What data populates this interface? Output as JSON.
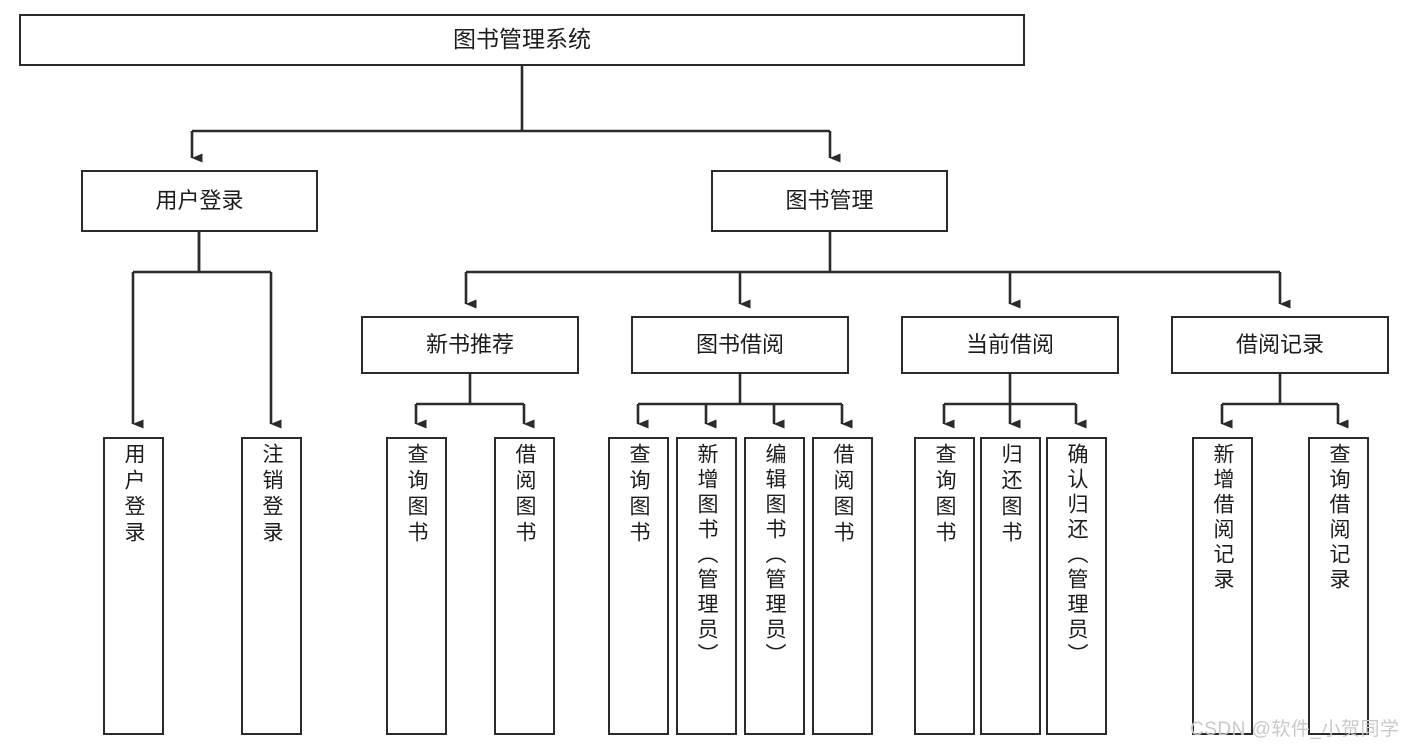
{
  "diagram": {
    "title": "图书管理系统",
    "type": "hierarchy-tree",
    "watermark": "CSDN @软件_小贺同学",
    "colors": {
      "box_border": "#2b2b2b",
      "box_fill": "#ffffff",
      "connector": "#2b2b2b",
      "text": "#1c1c1c",
      "watermark": "#c9c9c9"
    },
    "root": {
      "label": "图书管理系统"
    },
    "level2": [
      {
        "label": "用户登录"
      },
      {
        "label": "图书管理"
      }
    ],
    "level3": [
      {
        "label": "新书推荐"
      },
      {
        "label": "图书借阅"
      },
      {
        "label": "当前借阅"
      },
      {
        "label": "借阅记录"
      }
    ],
    "leaves": {
      "user_login": [
        {
          "label": "用户登录"
        },
        {
          "label": "注销登录"
        }
      ],
      "new_book_recommend": [
        {
          "label": "查询图书"
        },
        {
          "label": "借阅图书"
        }
      ],
      "book_borrow": [
        {
          "label": "查询图书"
        },
        {
          "label": "新增图书（管理员）"
        },
        {
          "label": "编辑图书（管理员）"
        },
        {
          "label": "借阅图书"
        }
      ],
      "current_borrow": [
        {
          "label": "查询图书"
        },
        {
          "label": "归还图书"
        },
        {
          "label": "确认归还（管理员）"
        }
      ],
      "borrow_record": [
        {
          "label": "新增借阅记录"
        },
        {
          "label": "查询借阅记录"
        }
      ]
    }
  }
}
